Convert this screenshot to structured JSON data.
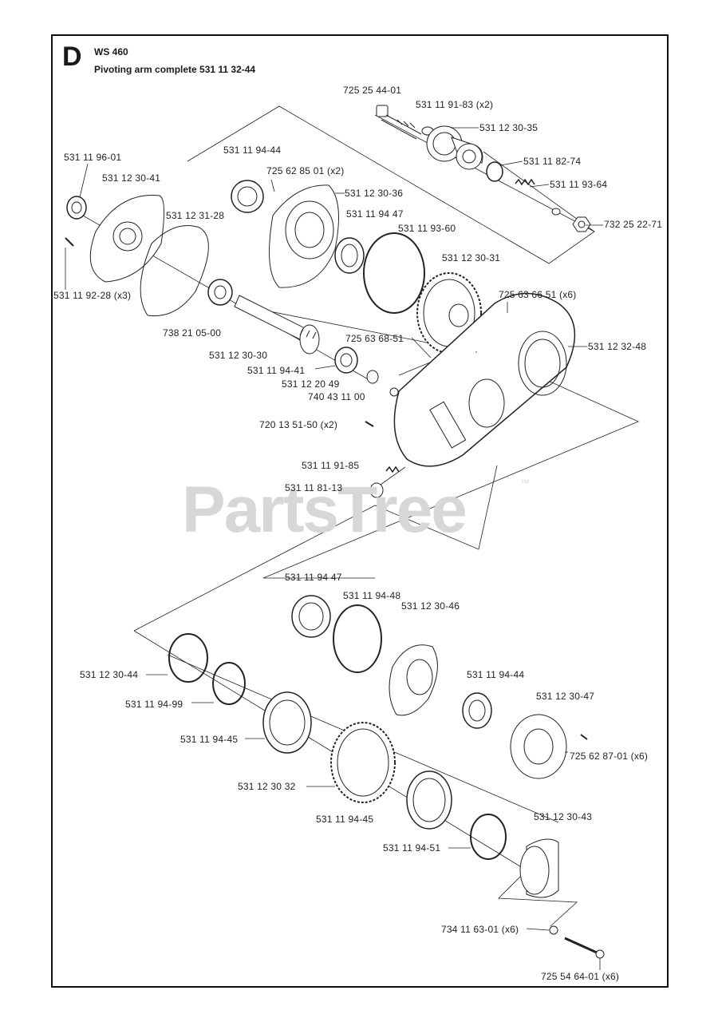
{
  "header": {
    "sheet_letter": "D",
    "model": "WS 460",
    "assembly_title": "Pivoting arm complete 531 11 32-44"
  },
  "watermark": {
    "text": "PartsTree",
    "tm": "™"
  },
  "part_labels": [
    "725 25 44-01",
    "531 11 91-83 (x2)",
    "531 12 30-35",
    "531 11 82-74",
    "531 11 93-64",
    "732 25 22-71",
    "531 11 96-01",
    "531 12 30-41",
    "531 11 94-44",
    "725 62 85 01 (x2)",
    "531 12 30-36",
    "531 11 94 47",
    "531 11 93-60",
    "531 12 31-28",
    "531 12 30-31",
    "531 11 92-28 (x3)",
    "725 63 66 51 (x6)",
    "738 21 05-00",
    "531 12 32-48",
    "725 63 68-51",
    "531 12 30-30",
    "531 11 94-41",
    "531 12 20 49",
    "740 43 11 00",
    "720 13 51-50 (x2)",
    "531 11 91-85",
    "531 11 81-13",
    "531 11 94 47",
    "531 11 94-48",
    "531 12 30-46",
    "531 12 30-44",
    "531 11 94-44",
    "531 12 30-47",
    "531 11 94-99",
    "531 11 94-45",
    "725 62 87-01 (x6)",
    "531 12 30 32",
    "531 11 94-45",
    "531 12 30-43",
    "531 11 94-51",
    "734 11 63-01 (x6)",
    "725 54 64-01 (x6)"
  ]
}
